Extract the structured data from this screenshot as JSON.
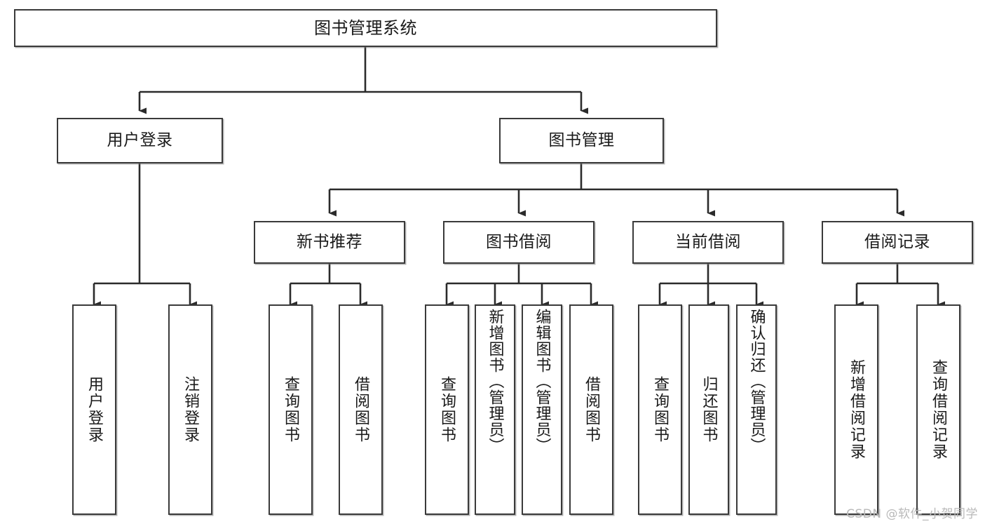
{
  "diagram": {
    "title": "图书管理系统",
    "type": "tree-hierarchy-chart",
    "style": {
      "box_border_color": "#3a3a3a",
      "box_fill_color": "#ffffff",
      "edge_color": "#2b2b2b",
      "background_color": "#ffffff",
      "watermark_color": "#b9b9b9"
    },
    "watermark": "CSDN @软件_小贺同学"
  },
  "nodes": {
    "root": {
      "label": "图书管理系统"
    },
    "level2": [
      {
        "label": "用户登录"
      },
      {
        "label": "图书管理"
      }
    ],
    "level3": [
      {
        "label": "新书推荐"
      },
      {
        "label": "图书借阅"
      },
      {
        "label": "当前借阅"
      },
      {
        "label": "借阅记录"
      }
    ],
    "leaves": {
      "user_login": [
        {
          "label": "用户登录"
        },
        {
          "label": "注销登录"
        }
      ],
      "new_book_recommend": [
        {
          "label": "查询图书"
        },
        {
          "label": "借阅图书"
        }
      ],
      "book_borrow": [
        {
          "label": "查询图书"
        },
        {
          "label": "新增图书（管理员）"
        },
        {
          "label": "编辑图书（管理员）"
        },
        {
          "label": "借阅图书"
        }
      ],
      "current_borrow": [
        {
          "label": "查询图书"
        },
        {
          "label": "归还图书"
        },
        {
          "label": "确认归还（管理员）"
        }
      ],
      "borrow_record": [
        {
          "label": "新增借阅记录"
        },
        {
          "label": "查询借阅记录"
        }
      ]
    }
  }
}
